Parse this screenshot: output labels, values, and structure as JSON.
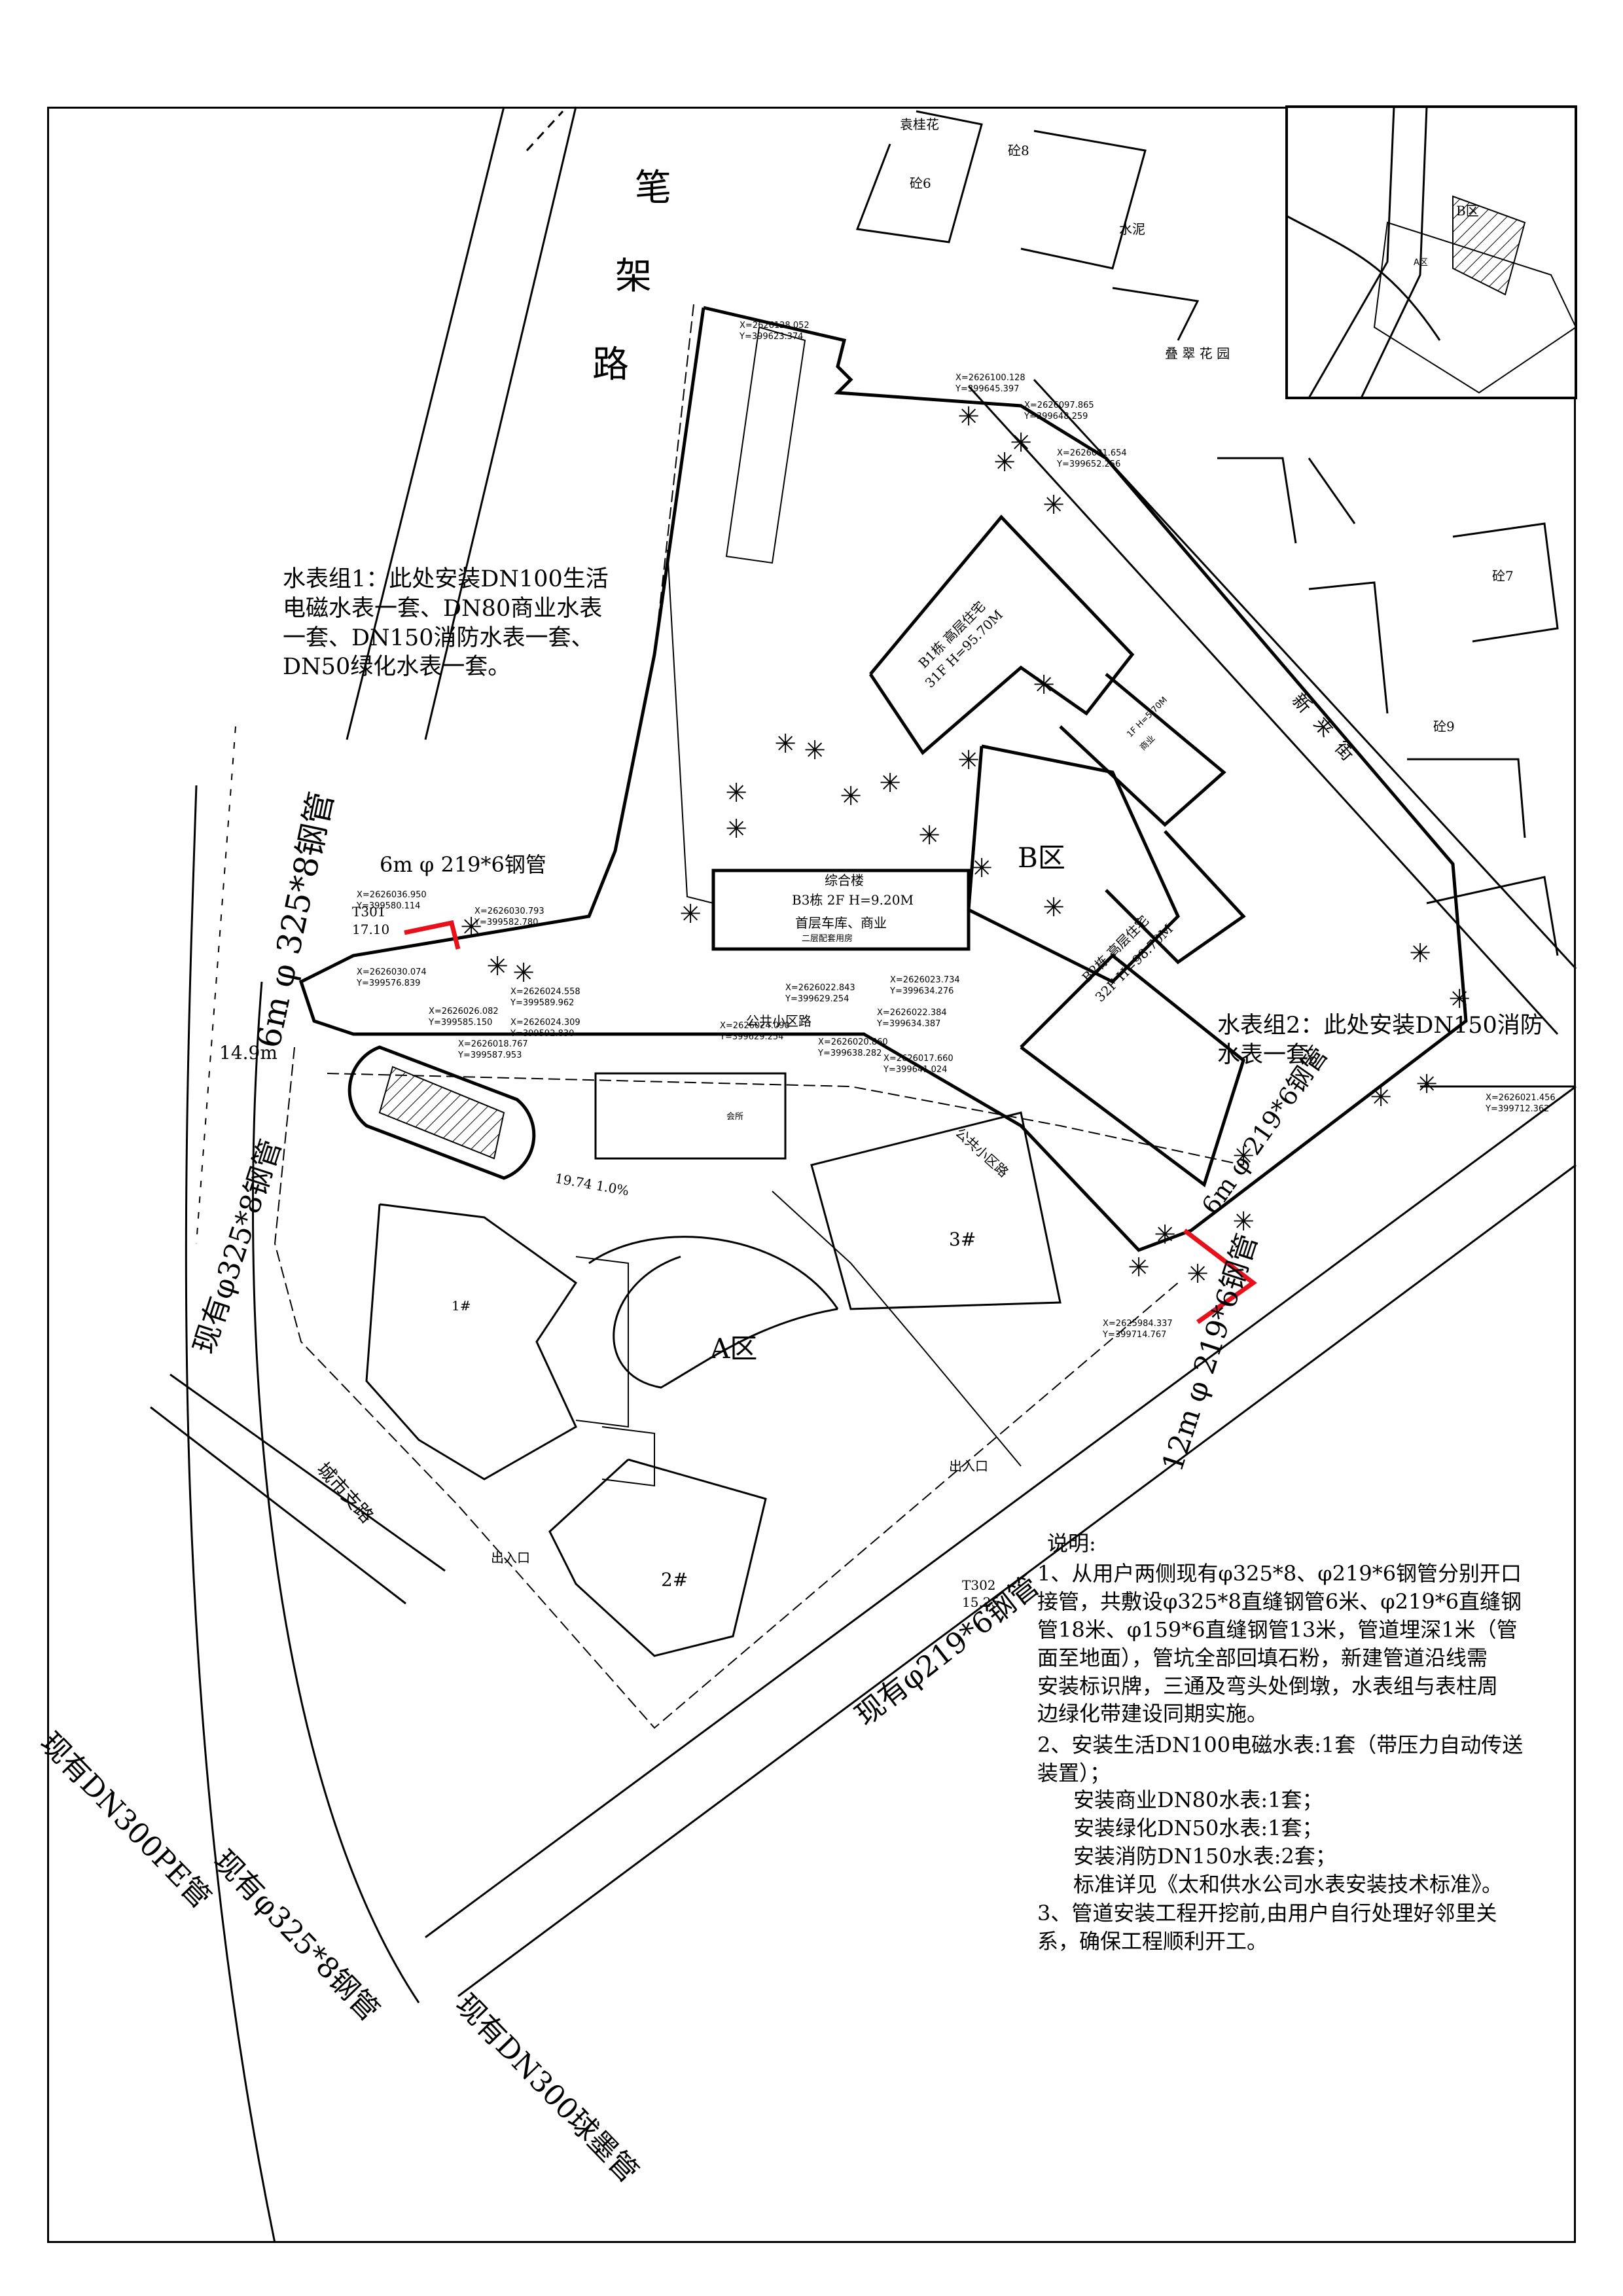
{
  "colors": {
    "line": "#000000",
    "new_pipe": "#e8101a",
    "paper": "#ffffff",
    "hatch": "#000000"
  },
  "roads": {
    "bijia_1": "笔",
    "bijia_2": "架",
    "bijia_3": "路",
    "xinlai": "新 来 街",
    "city_branch": "城市支路",
    "public_road_1": "公共小区路",
    "public_road_2": "公共小区路"
  },
  "zones": {
    "a": "A区",
    "b": "B区"
  },
  "neighbors": {
    "yuanguihua": "袁桂花",
    "diecui": "叠 翠 花 园",
    "shuini": "水泥",
    "zhuan8": "砼8",
    "zhuan7": "砼7",
    "zhuan9": "砼9",
    "zhuan6": "砼6",
    "inset_b": "B区",
    "inset_a": "A区"
  },
  "buildings": {
    "b3_title": "综合楼",
    "b3_name": "B3栋  2F H=9.20M",
    "b3_shop": "首层车库、商业",
    "b3_sub": "二层配套用房",
    "b2_name": "B2栋 高层住宅",
    "b2_floors": "32F H=98.70M",
    "b1_name": "B1栋 高层住宅",
    "b1_floors": "31F H=95.70M",
    "shop_1f_1": "1F H=5.70M",
    "shop_1f_label": "商业",
    "no3": "3#",
    "no2": "2#",
    "no1": "1#",
    "entrance_1": "出入口",
    "entrance_2": "出入口",
    "club": "会所"
  },
  "meter_group_1": "水表组1：此处安装DN100生活\n电磁水表一套、DN80商业水表\n一套、DN150消防水表一套、\nDN50绿化水表一套。",
  "meter_group_2": "水表组2：此处安装DN150消防\n水表一套。",
  "pipes": {
    "p325_new": "6m φ 325*8钢管",
    "p219_6m": "6m φ 219*6钢管",
    "p219_12m": "12m φ 219*6钢管",
    "p219_6m_b": "6m φ 219*6钢管",
    "exist_325_left": "现有φ325*8钢管",
    "exist_219": "现有φ219*6钢管",
    "exist_pe": "现有DN300PE管",
    "exist_325_bottom": "现有φ325*8钢管",
    "exist_ductile": "现有DN300球墨管"
  },
  "dims": {
    "d149": "14.9m",
    "slope": "19.74  1.0%"
  },
  "benchmarks": {
    "t301_name": "T301",
    "t301_val": "17.10",
    "t302_name": "T302",
    "t302_val": "15.25"
  },
  "coords": {
    "c1": "X=2626036.950\nY=399580.114",
    "c2": "X=2626030.793\nY=399582.780",
    "c3": "X=2626030.074\nY=399576.839",
    "c4": "X=2626026.082\nY=399585.150",
    "c5": "X=2626024.558\nY=399589.962",
    "c6": "X=2626024.309\nY=399592.830",
    "c7": "X=2626018.767\nY=399587.953",
    "c8": "X=2626024.090\nY=399629.254",
    "c9": "X=2626022.843\nY=399629.254",
    "c10": "X=2626023.734\nY=399634.276",
    "c11": "X=2626022.384\nY=399634.387",
    "c12": "X=2626020.860\nY=399638.282",
    "c13": "X=2626017.660\nY=399641.024",
    "c14": "X=2626100.128\nY=399645.397",
    "c15": "X=2626097.865\nY=399648.259",
    "c16": "X=2626091.654\nY=399652.256",
    "c17": "X=2626128.052\nY=399623.374",
    "c18": "X=2626021.456\nY=399712.362",
    "c19": "X=2625984.337\nY=399714.767"
  },
  "notes": {
    "title": "说明:",
    "n1": "1、从用户两侧现有φ325*8、φ219*6钢管分别开口\n接管，共敷设φ325*8直缝钢管6米、φ219*6直缝钢\n管18米、φ159*6直缝钢管13米，管道埋深1米（管\n面至地面），管坑全部回填石粉，新建管道沿线需\n安装标识牌，三通及弯头处倒墩，水表组与表柱周\n边绿化带建设同期实施。",
    "n2": "2、安装生活DN100电磁水表:1套（带压力自动传送\n装置）；",
    "n2a": "安装商业DN80水表:1套；",
    "n2b": "安装绿化DN50水表:1套；",
    "n2c": "安装消防DN150水表:2套；",
    "n2d": "标准详见《太和供水公司水表安装技术标准》。",
    "n3": "3、管道安装工程开挖前,由用户自行处理好邻里关\n系，确保工程顺利开工。"
  }
}
